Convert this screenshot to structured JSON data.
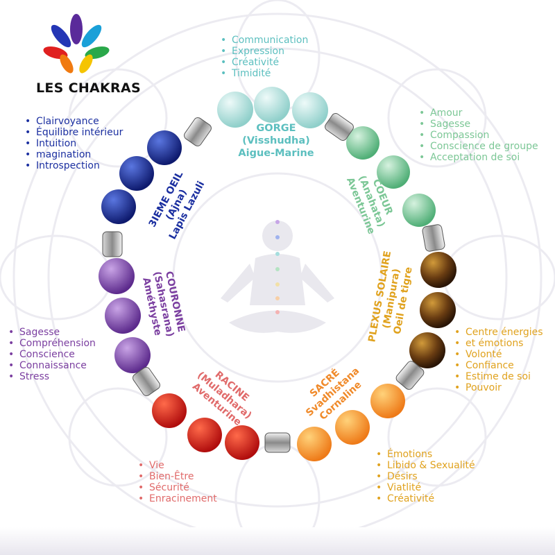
{
  "title": "LES CHAKRAS",
  "colors": {
    "crown": "#7b3fa0",
    "third_eye": "#1b2fa0",
    "throat": "#5cbfbf",
    "heart": "#7cc796",
    "solar": "#e0a21e",
    "sacral": "#f08a2a",
    "root": "#e06a6a"
  },
  "chakras": {
    "throat": {
      "name": "GORGE",
      "sanskrit": "(Visshudha)",
      "stone": "Aigue-Marine"
    },
    "heart": {
      "name": "COEUR",
      "sanskrit": "(Anahata)",
      "stone": "Aventurine"
    },
    "solar": {
      "name": "PLEXUS SOLAIRE",
      "sanskrit": "(Manipura)",
      "stone": "Oeil de tigre"
    },
    "sacral": {
      "name": "SACRÉ",
      "sanskrit": "Svadhistana",
      "stone": "Cornaline"
    },
    "root": {
      "name": "RACINE",
      "sanskrit": "(Muladhara)",
      "stone": "Aventurine"
    },
    "crown": {
      "name": "COURONNE",
      "sanskrit": "(Sahasrana)",
      "stone": "Améthyste"
    },
    "third_eye": {
      "name": "3IEME OEIL",
      "sanskrit": "(Ajna)",
      "stone": "Lapis Lazuli"
    }
  },
  "lists": {
    "throat": [
      "Communication",
      "Expression",
      "Créativité",
      "Timidité"
    ],
    "heart": [
      "Amour",
      "Sagesse",
      "Compassion",
      "Conscience de groupe",
      "Acceptation de soi"
    ],
    "third_eye": [
      "Clairvoyance",
      "Équilibre intérieur",
      "Intuition",
      "magination",
      "Introspection"
    ],
    "crown": [
      "Sagesse",
      "Compréhension",
      "Conscience",
      "Connaissance",
      "Stress"
    ],
    "solar": [
      "Centre énergies",
      "et émotions",
      "Volonté",
      "Confiance",
      "Estime de soi",
      "Pouvoir"
    ],
    "sacral": [
      "Émotions",
      "Libido & Sexualité",
      "Désirs",
      "Viatlité",
      "Créativité"
    ],
    "root": [
      "Vie",
      "Bien-Être",
      "Sécurité",
      "Enracinement"
    ]
  }
}
